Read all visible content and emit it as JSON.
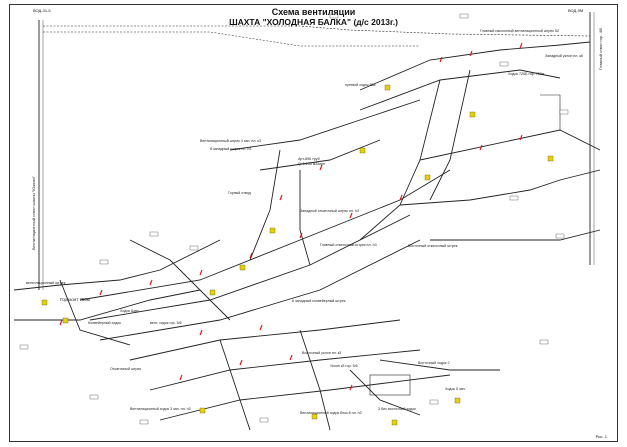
{
  "title": {
    "line1": "Схема вентиляции",
    "line2": "ШАХТА \"ХОЛОДНАЯ БАЛКА\" (д/с 2013г.)"
  },
  "corner_tags": {
    "top_left": "ВОД-31-5",
    "top_right": "ВОД-9М"
  },
  "side_labels": {
    "left_vertical": "Вентиляционный ствол шахты \"Южная\"",
    "right_vertical": "Главный ствол гор. 4/5"
  },
  "labels": [
    {
      "id": "l1",
      "text": "Главный наклонный вентиляционный штрек 5Z"
    },
    {
      "id": "l2",
      "text": "Западный уклон пл. к6"
    },
    {
      "id": "l3",
      "text": "путевой ходок 888"
    },
    {
      "id": "l4",
      "text": "Ходок 7Z0Б гор. 750м"
    },
    {
      "id": "l5",
      "text": "Вентиляционный штрек 4 зап. пл. к3"
    },
    {
      "id": "l6",
      "text": "8 западный штрек пл. h3"
    },
    {
      "id": "l7",
      "text": "Арт-896 труб"
    },
    {
      "id": "l8",
      "text": "Q=1.254 м3/мин"
    },
    {
      "id": "l9",
      "text": "Горный отвод"
    },
    {
      "id": "l10",
      "text": "Западный откаточный штрек пл. h3"
    },
    {
      "id": "l11",
      "text": "Главный откаточный штрек пл. h3"
    },
    {
      "id": "l12",
      "text": "8 западный конвейерный штрек"
    },
    {
      "id": "l13",
      "text": "Восточный откаточный штрек"
    },
    {
      "id": "l14",
      "text": "Горизонт 750м"
    },
    {
      "id": "l15",
      "text": "вентиляционный штрек"
    },
    {
      "id": "l16",
      "text": "Конвейерный ходок"
    },
    {
      "id": "l17",
      "text": "Ходок 8зап"
    },
    {
      "id": "l18",
      "text": "Восточный уклон пл. к3"
    },
    {
      "id": "l19",
      "text": "Уклон к3 гор. 5/6"
    },
    {
      "id": "l20",
      "text": "Вентиляционный ходок 3 зап. пл. h3"
    },
    {
      "id": "l21",
      "text": "Вентиляционный ходок блок 8 пл. h3"
    },
    {
      "id": "l22",
      "text": "вент. ходок гор. 5/6"
    },
    {
      "id": "l23",
      "text": "Откаточный штрек"
    },
    {
      "id": "l24",
      "text": "3 бис восточный ходок"
    },
    {
      "id": "l25",
      "text": "Восточный ходок 2"
    },
    {
      "id": "l26",
      "text": "Ходок 5 зап."
    }
  ],
  "figure_number": "Рис. 1"
}
